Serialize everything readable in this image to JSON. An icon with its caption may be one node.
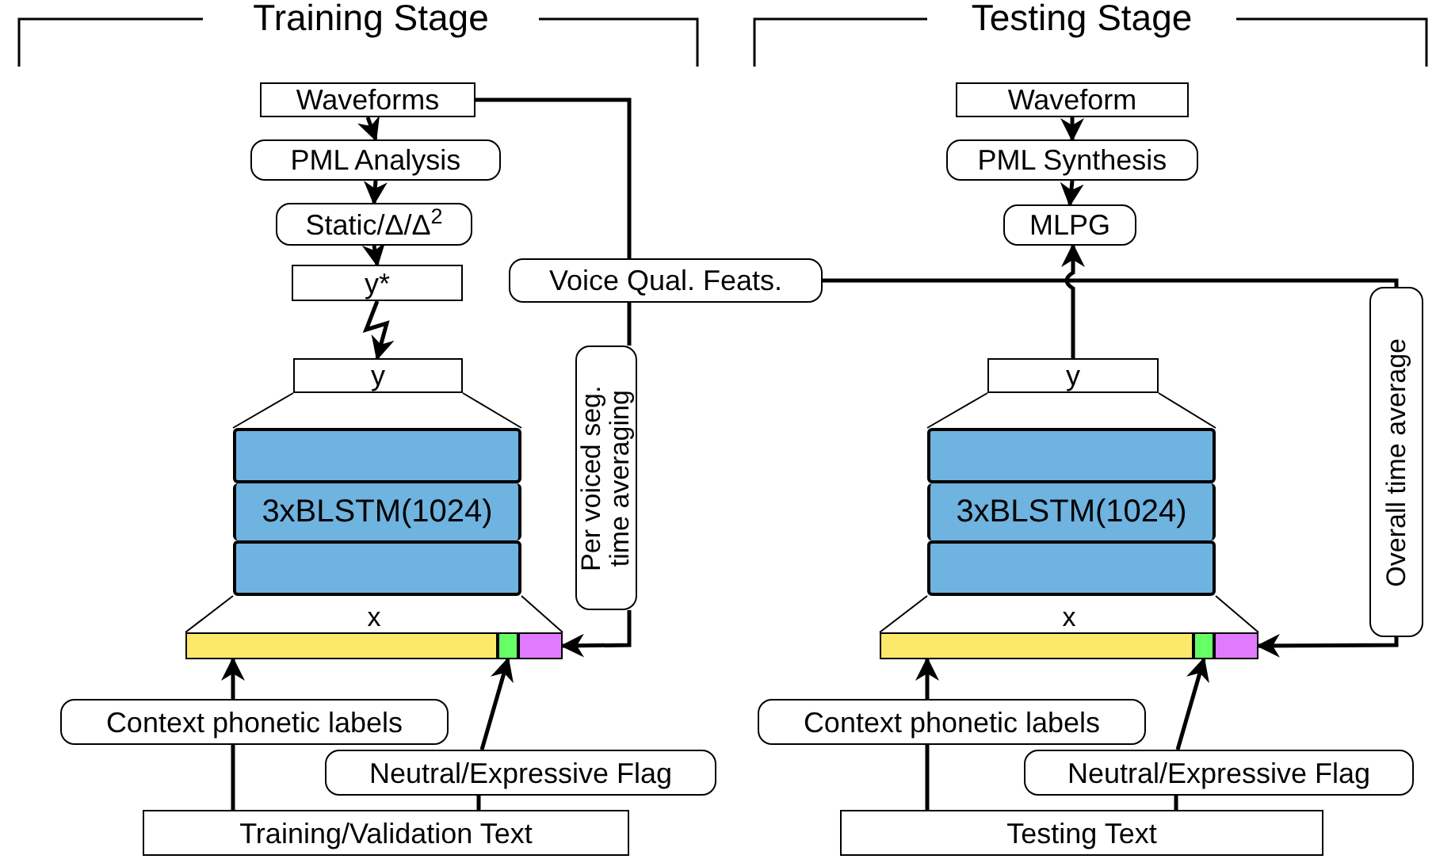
{
  "diagram": {
    "nodes": [
      {
        "text": [
          "Waveforms"
        ]
      },
      {
        "text": [
          "PML Analysis"
        ]
      },
      {
        "text": [
          "Static/Δ/Δ$^{2}$"
        ]
      },
      {
        "text": [
          "y*"
        ]
      },
      {
        "text": [
          "y"
        ]
      },
      {
        "text": [
          "3xBLSTM(1024)"
        ]
      },
      {
        "text": [
          "x"
        ]
      },
      {
        "text": [],
        "shape": "bar",
        "in": 6
      },
      {
        "text": [],
        "shape": "bar",
        "in": 6
      },
      {
        "text": [],
        "shape": "bar",
        "in": 6
      },
      {
        "text": [
          "Voice Qual. Feats."
        ]
      },
      {
        "text": [
          "Per voiced seg. time averaging"
        ]
      },
      {
        "text": [
          "Context phonetic labels"
        ]
      },
      {
        "text": [
          "Neutral/Expressive Flag"
        ]
      },
      {
        "text": [
          "Training/Validation Text"
        ]
      },
      {
        "text": [
          "Waveform"
        ]
      },
      {
        "text": [
          "PML Synthesis"
        ]
      },
      {
        "text": [
          "MLPG"
        ]
      },
      {
        "text": [
          "y"
        ]
      },
      {
        "text": [
          "3xBLSTM(1024)"
        ]
      },
      {
        "text": [
          "x"
        ]
      },
      {
        "text": [],
        "shape": "bar",
        "in": 20
      },
      {
        "text": [],
        "shape": "bar",
        "in": 20
      },
      {
        "text": [],
        "shape": "bar",
        "in": 20
      },
      {
        "text": [
          "Overall time average"
        ]
      },
      {
        "text": [
          "Context phonetic labels"
        ]
      },
      {
        "text": [
          "Neutral/Expressive Flag"
        ]
      },
      {
        "text": [
          "Testing Text"
        ]
      }
    ],
    "edges": [
      {
        "from": 0,
        "to": 1,
        "arrow": "to"
      },
      {
        "from": 1,
        "to": 2,
        "arrow": "to"
      },
      {
        "from": 2,
        "to": 3,
        "arrow": "to"
      },
      {
        "from": 3,
        "to": 4,
        "arrow": "to"
      },
      {
        "from": 0,
        "to": 10,
        "arrow": "none"
      },
      {
        "from": 10,
        "to": 11,
        "arrow": "none"
      },
      {
        "from": 11,
        "to": 9,
        "arrow": "to"
      },
      {
        "from": 12,
        "to": 7,
        "arrow": "to"
      },
      {
        "from": 14,
        "to": 12,
        "arrow": "none"
      },
      {
        "from": 13,
        "to": 8,
        "arrow": "to"
      },
      {
        "from": 14,
        "to": 13,
        "arrow": "none"
      },
      {
        "from": 15,
        "to": 16,
        "arrow": "to"
      },
      {
        "from": 16,
        "to": 17,
        "arrow": "to"
      },
      {
        "from": 18,
        "to": 17,
        "arrow": "to"
      },
      {
        "from": 10,
        "to": 24,
        "arrow": "none"
      },
      {
        "from": 24,
        "to": 23,
        "arrow": "to"
      },
      {
        "from": 25,
        "to": 21,
        "arrow": "to"
      },
      {
        "from": 27,
        "to": 25,
        "arrow": "none"
      },
      {
        "from": 26,
        "to": 22,
        "arrow": "to"
      },
      {
        "from": 27,
        "to": 26,
        "arrow": "none"
      }
    ],
    "labels": [
      "Training Stage",
      "Testing Stage"
    ]
  }
}
